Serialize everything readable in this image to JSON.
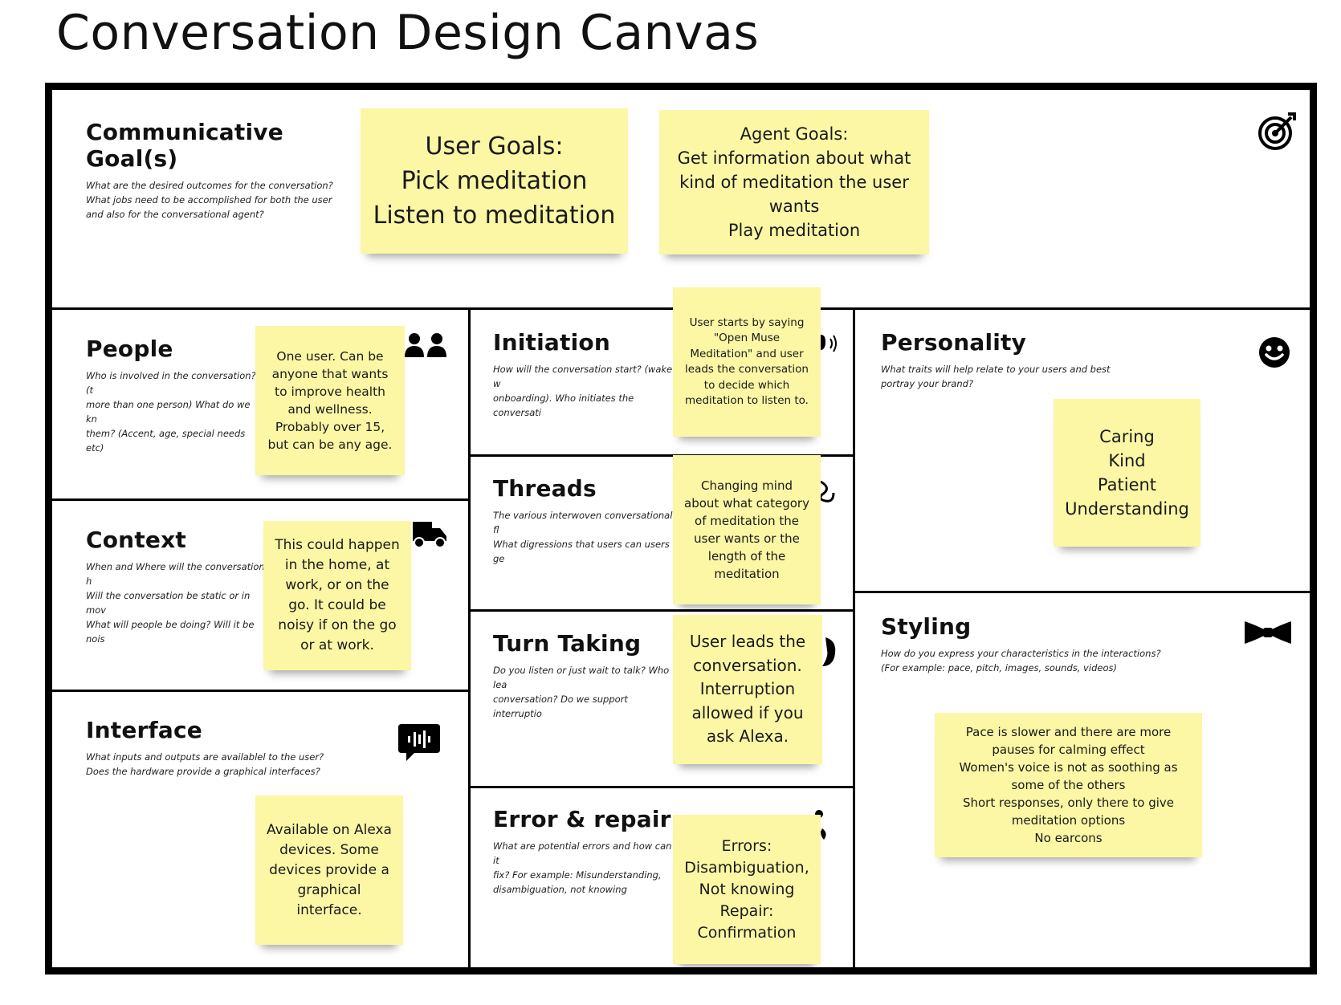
{
  "title": "Conversation Design Canvas",
  "sections": {
    "goals": {
      "heading": "Communicative Goal(s)",
      "desc": "What are the desired outcomes for the conversation?\nWhat jobs need to be accomplished for both the user\nand also for the conversational agent?"
    },
    "people": {
      "heading": "People",
      "desc": "Who is involved in the conversation? (t\nmore than one person) What do we kn\nthem? (Accent, age, special needs etc)"
    },
    "context": {
      "heading": "Context",
      "desc": "When and Where will the conversation h\nWill the conversation be static or in mov\nWhat will people be doing? Will it be nois"
    },
    "interface": {
      "heading": "Interface",
      "desc": "What inputs and outputs are availablel to the user?\nDoes the hardware provide a graphical interfaces?"
    },
    "initiation": {
      "heading": "Initiation",
      "desc": "How will the conversation start? (wake w\nonboarding). Who initiates the conversati"
    },
    "threads": {
      "heading": "Threads",
      "desc": "The various interwoven conversational fl\nWhat digressions that users can users ge"
    },
    "turn_taking": {
      "heading": "Turn Taking",
      "desc": "Do you listen or just wait to talk? Who lea\nconversation? Do we support interruptio"
    },
    "error_repair": {
      "heading": "Error & repair",
      "desc": "What are potential errors and how can it\nfix? For example: Misunderstanding,\ndisambiguation, not knowing"
    },
    "personality": {
      "heading": "Personality",
      "desc": "What traits will help relate to your users and best\nportray your brand?"
    },
    "styling": {
      "heading": "Styling",
      "desc": "How do you express your characteristics in the interactions?\n(For example: pace, pitch, images, sounds, videos)"
    }
  },
  "notes": {
    "user_goals": "User Goals:\nPick meditation\nListen to meditation",
    "agent_goals": "Agent Goals:\nGet information about what\nkind of meditation the user\nwants\nPlay meditation",
    "people": "One user. Can be\nanyone that wants\nto improve health\nand wellness.\nProbably over 15,\nbut can be any age.",
    "context": "This could happen\nin the home, at\nwork, or on the\ngo. It could be\nnoisy if on the go\nor at work.",
    "interface": "Available on Alexa\ndevices. Some\ndevices provide a\ngraphical\ninterface.",
    "initiation": "User starts by saying\n\"Open Muse\nMeditation\" and user\nleads the conversation\nto decide which\nmeditation to listen to.",
    "threads": "Changing mind\nabout what category\nof meditation the\nuser wants or the\nlength of the\nmeditation",
    "turn_taking": "User leads the\nconversation.\nInterruption\nallowed if you\nask Alexa.",
    "error_repair": "Errors:\nDisambiguation,\nNot knowing\nRepair:\nConfirmation",
    "personality": "Caring\nKind\nPatient\nUnderstanding",
    "styling": "Pace is slower and there are more\npauses for calming effect\nWomen's voice is not as soothing as\nsome of the others\nShort responses, only there to give\nmeditation options\nNo earcons"
  },
  "icons": {
    "goals": "target-icon",
    "people": "people-icon",
    "context": "truck-icon",
    "interface": "voice-chat-icon",
    "initiation": "wave-icon",
    "threads": "threads-icon",
    "turn_taking": "turn-taking-icon",
    "error_repair": "error-icon",
    "personality": "smiley-icon",
    "styling": "bowtie-icon"
  },
  "colors": {
    "sticky": "#fbf7a5",
    "border": "#000000"
  }
}
